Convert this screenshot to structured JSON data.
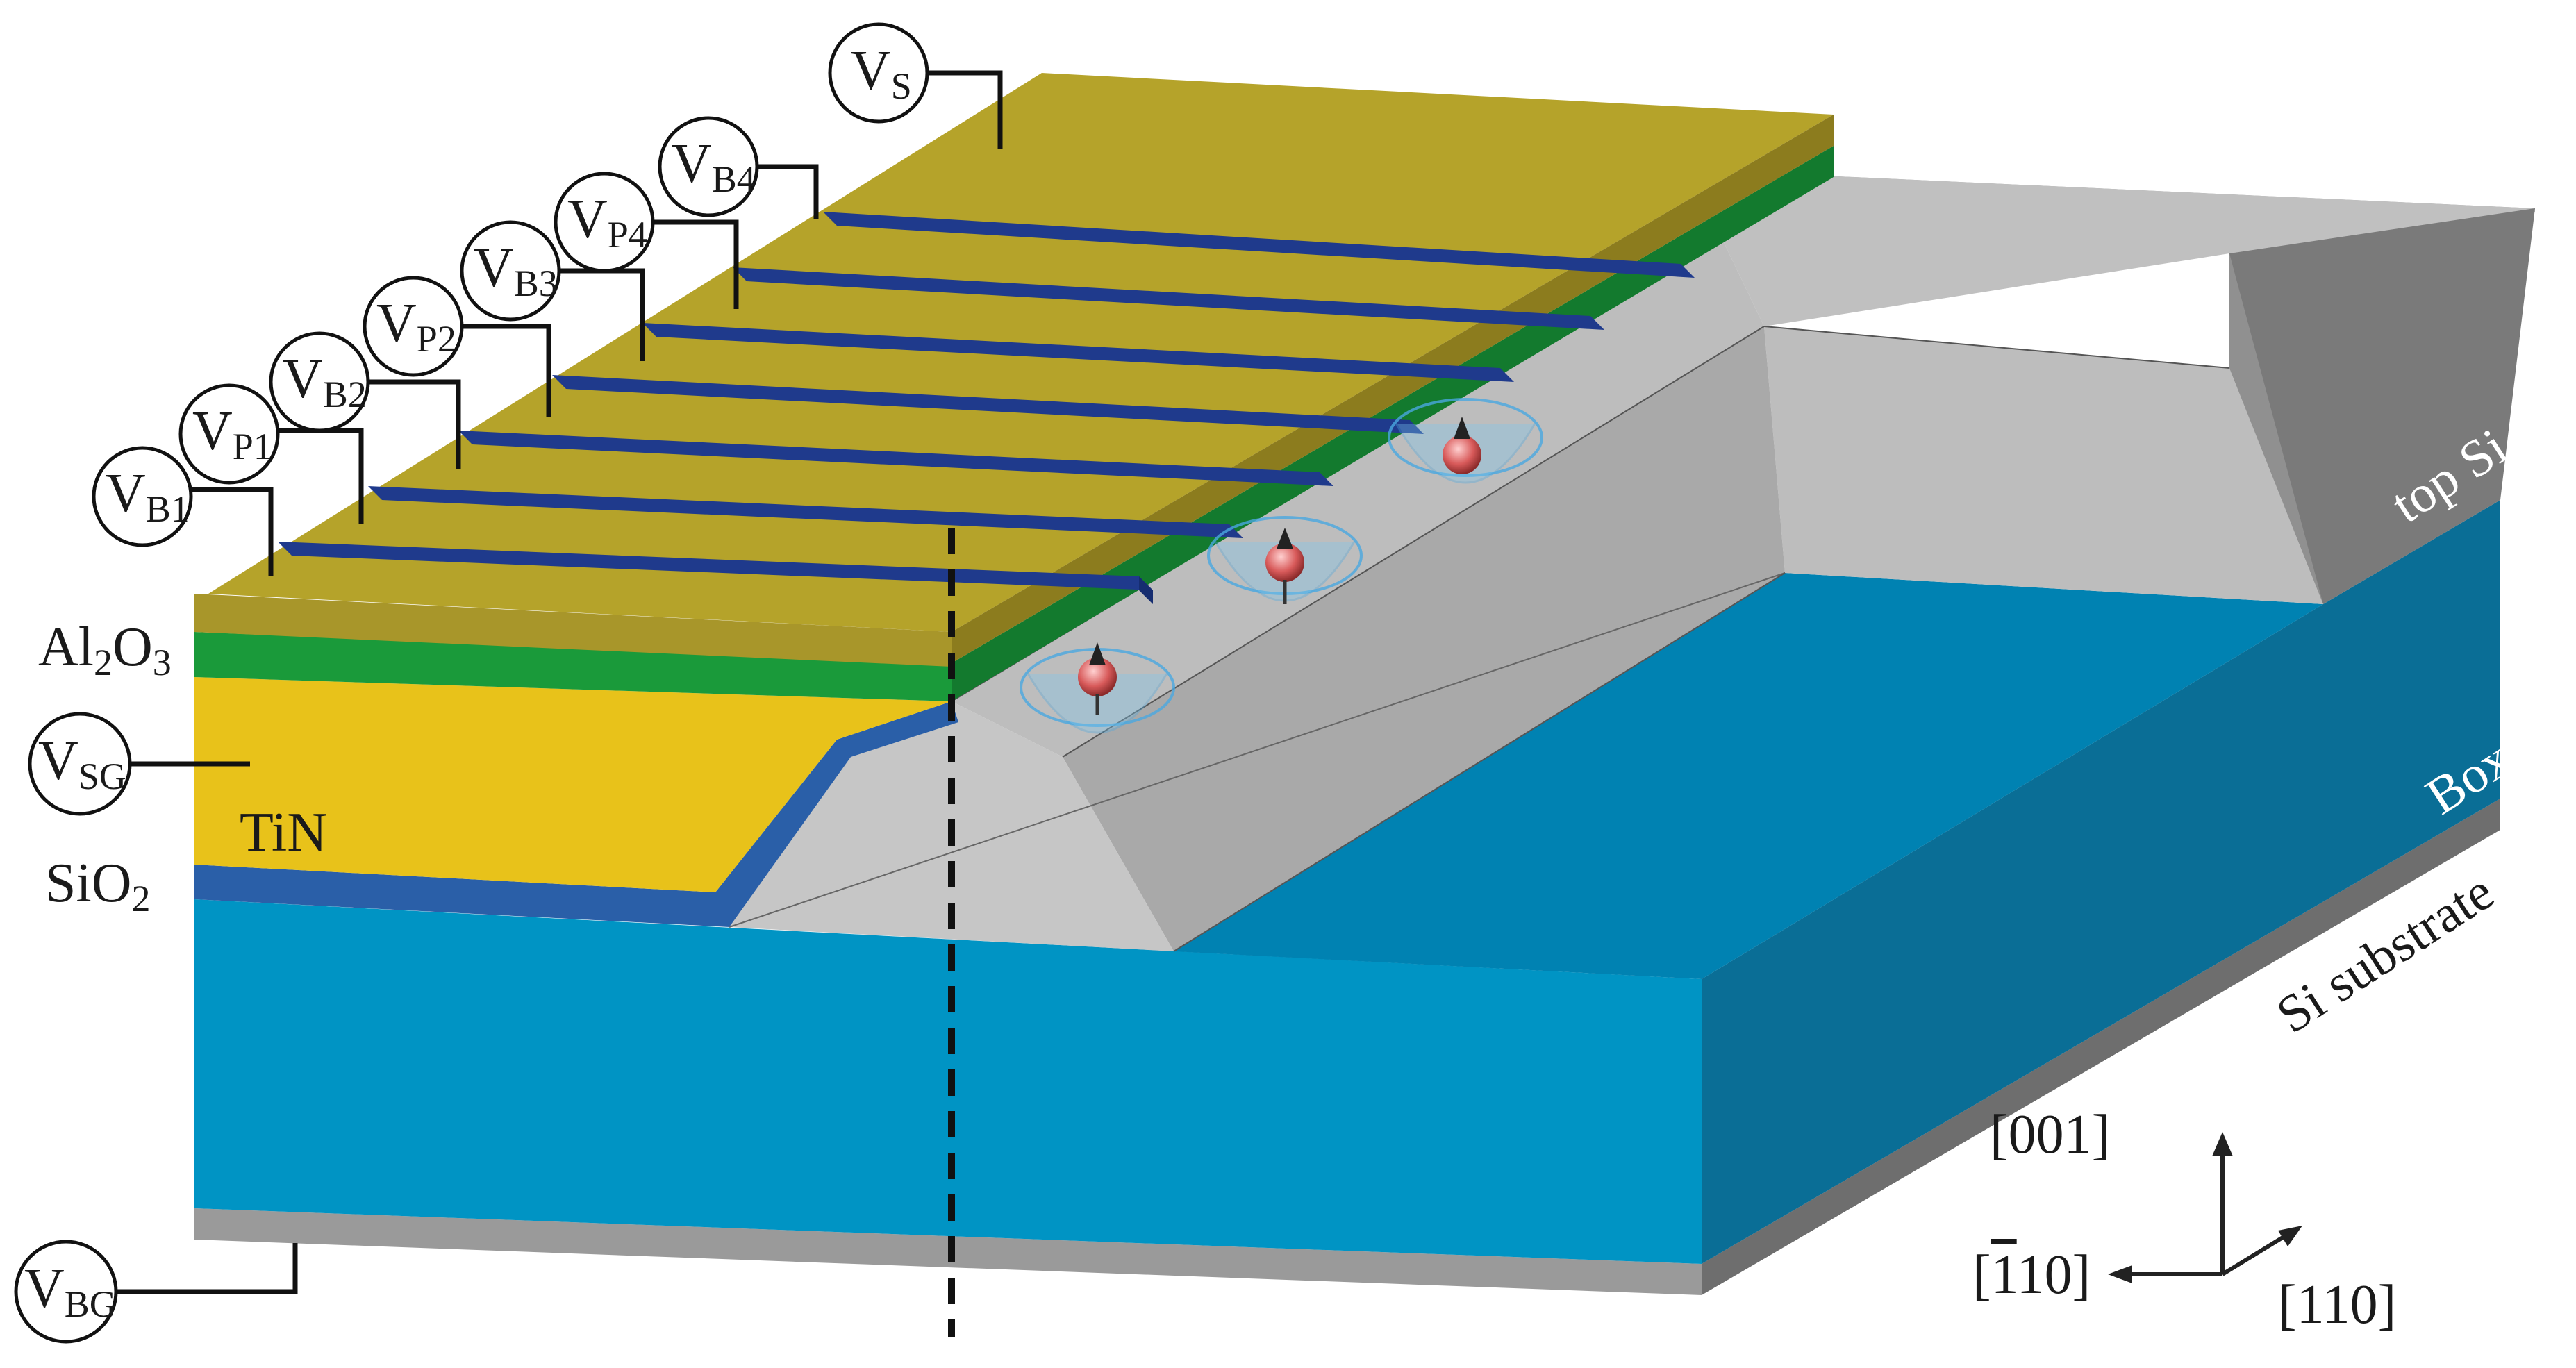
{
  "labels": {
    "vs": {
      "main": "V",
      "sub": "S"
    },
    "vb4": {
      "main": "V",
      "sub": "B4"
    },
    "vp4": {
      "main": "V",
      "sub": "P4"
    },
    "vb3": {
      "main": "V",
      "sub": "B3"
    },
    "vp2": {
      "main": "V",
      "sub": "P2"
    },
    "vb2": {
      "main": "V",
      "sub": "B2"
    },
    "vp1": {
      "main": "V",
      "sub": "P1"
    },
    "vb1": {
      "main": "V",
      "sub": "B1"
    },
    "vsg": {
      "main": "V",
      "sub": "SG"
    },
    "vbg": {
      "main": "V",
      "sub": "BG"
    }
  },
  "materials": {
    "al2o3": {
      "a": "Al",
      "s1": "2",
      "b": "O",
      "s2": "3"
    },
    "tin": "TiN",
    "sio2": {
      "a": "SiO",
      "s1": "2"
    },
    "top_si": "top Si",
    "box": "Box",
    "si_substrate": "Si substrate"
  },
  "axes": {
    "z": "[001]",
    "x_prefix": "[",
    "x_bar": "1",
    "x_rest": "10]",
    "y": "[110]"
  },
  "colors": {
    "gold_gate": "#b5a32a",
    "blue_barrier": "#1f3a8c",
    "green_oxide": "#1a9a3a",
    "tin_yellow": "#e8c21a",
    "sio2_blue": "#2a5fa8",
    "silicon_gray": "#b8b8b8",
    "box_cyan": "#0096c8",
    "substrate_gray": "#8c8c8c"
  }
}
